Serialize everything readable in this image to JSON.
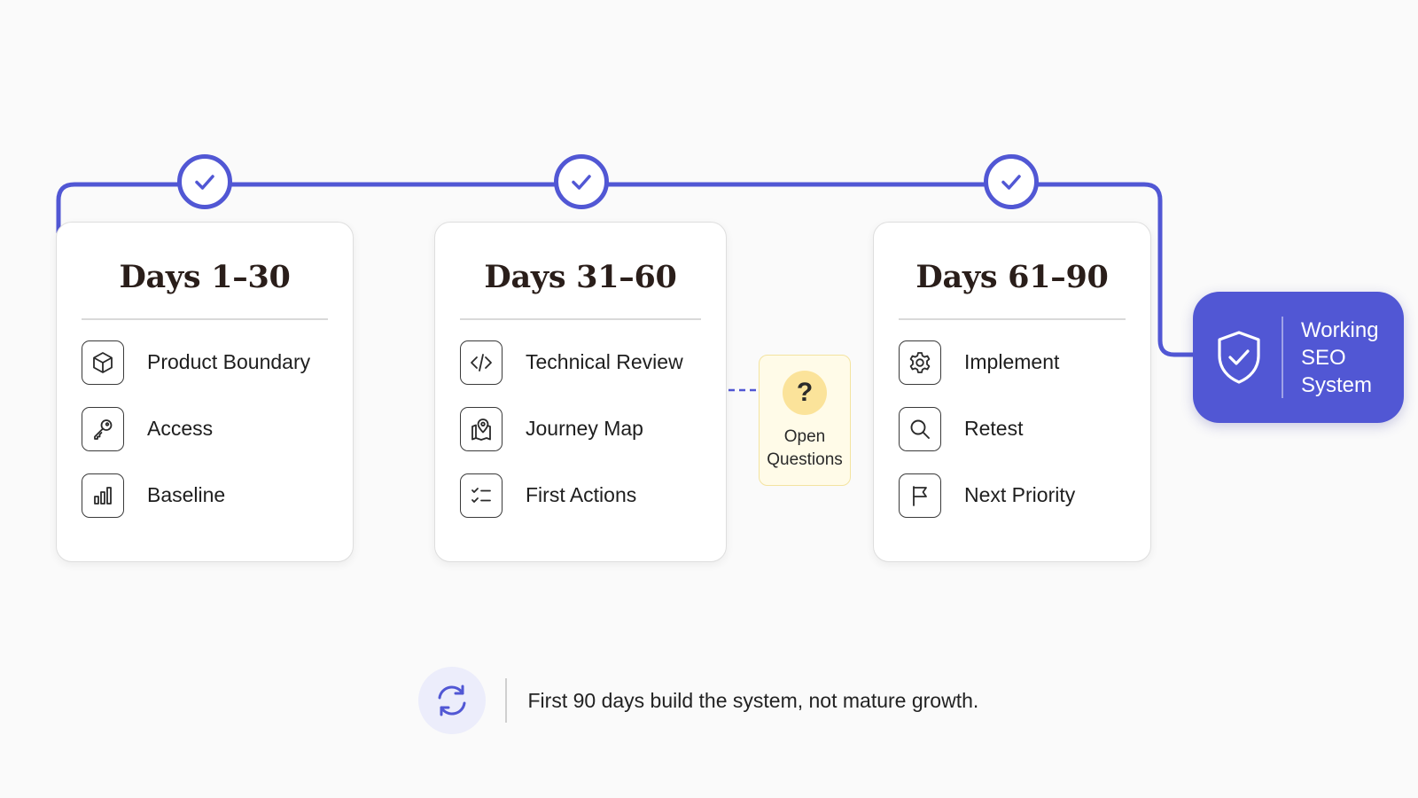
{
  "colors": {
    "accent": "#5157d4",
    "accent_light": "#ecedfb",
    "card_border": "#dedede",
    "question_bg": "#fffbe8",
    "question_circle": "#fbe39a",
    "background": "#fafafa"
  },
  "phases": [
    {
      "title": "Days 1–30",
      "milestone_icon": "check-icon",
      "tasks": [
        {
          "icon": "cube-icon",
          "label": "Product Boundary"
        },
        {
          "icon": "key-icon",
          "label": "Access"
        },
        {
          "icon": "bar-chart-icon",
          "label": "Baseline"
        }
      ]
    },
    {
      "title": "Days 31–60",
      "milestone_icon": "check-icon",
      "tasks": [
        {
          "icon": "code-icon",
          "label": "Technical Review"
        },
        {
          "icon": "map-pin-icon",
          "label": "Journey Map"
        },
        {
          "icon": "checklist-icon",
          "label": "First Actions"
        }
      ]
    },
    {
      "title": "Days 61–90",
      "milestone_icon": "check-icon",
      "tasks": [
        {
          "icon": "gear-icon",
          "label": "Implement"
        },
        {
          "icon": "search-icon",
          "label": "Retest"
        },
        {
          "icon": "flag-icon",
          "label": "Next Priority"
        }
      ]
    }
  ],
  "open_questions": {
    "icon": "question-mark-icon",
    "symbol": "?",
    "label": "Open\nQuestions"
  },
  "outcome": {
    "icon": "shield-check-icon",
    "label": "Working\nSEO\nSystem"
  },
  "footer": {
    "icon": "refresh-cycle-icon",
    "text": "First 90 days build the system, not mature growth."
  }
}
